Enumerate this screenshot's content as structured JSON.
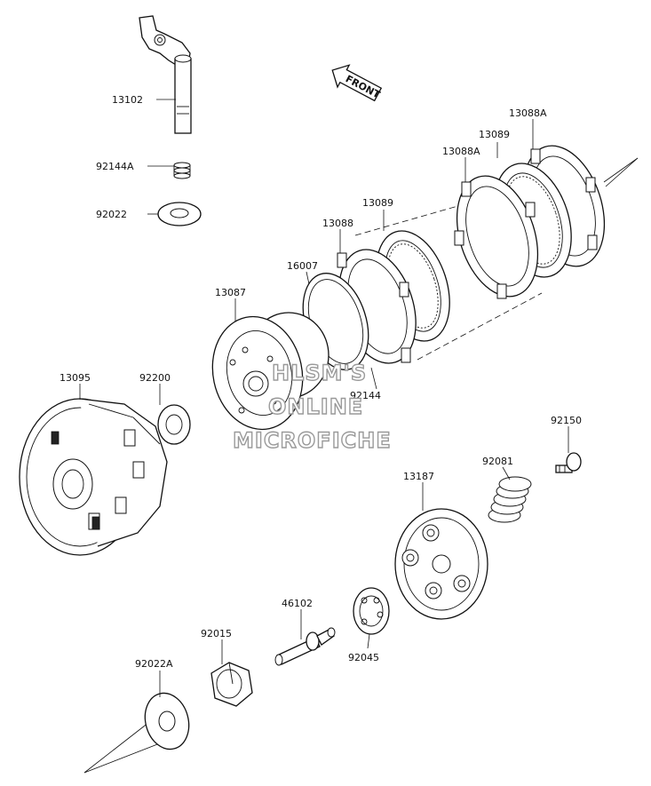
{
  "diagram": {
    "part_labels": {
      "p13102": "13102",
      "p92144A": "92144A",
      "p92022": "92022",
      "p13088A_top": "13088A",
      "p13089_top": "13089",
      "p13088A_mid": "13088A",
      "p13089_mid": "13089",
      "p13088": "13088",
      "p16007": "16007",
      "p13087": "13087",
      "p13095": "13095",
      "p92200": "92200",
      "p92144": "92144",
      "p92150": "92150",
      "p92081": "92081",
      "p13187": "13187",
      "p46102": "46102",
      "p92015": "92015",
      "p92045": "92045",
      "p92022A": "92022A"
    },
    "front_arrow": "FRONT",
    "watermark": [
      "HLSM'S",
      "ONLINE",
      "MICROFICHE"
    ]
  }
}
